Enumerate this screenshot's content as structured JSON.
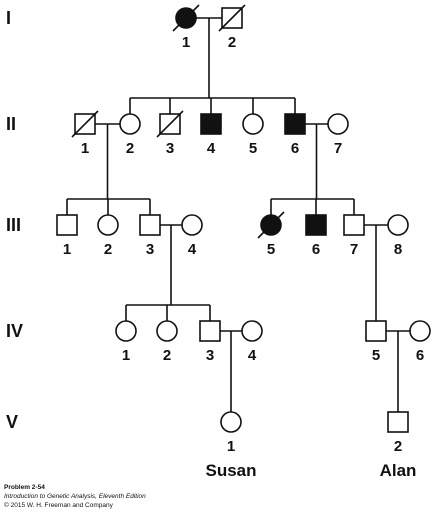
{
  "generations": [
    "I",
    "II",
    "III",
    "IV",
    "V"
  ],
  "individuals": [
    {
      "id": "I-1",
      "label": "1",
      "sex": "female",
      "affected": true,
      "deceased": true
    },
    {
      "id": "I-2",
      "label": "2",
      "sex": "male",
      "affected": false,
      "deceased": true
    },
    {
      "id": "II-1",
      "label": "1",
      "sex": "male",
      "affected": false,
      "deceased": true
    },
    {
      "id": "II-2",
      "label": "2",
      "sex": "female",
      "affected": false,
      "deceased": false
    },
    {
      "id": "II-3",
      "label": "3",
      "sex": "male",
      "affected": false,
      "deceased": true
    },
    {
      "id": "II-4",
      "label": "4",
      "sex": "male",
      "affected": true,
      "deceased": false
    },
    {
      "id": "II-5",
      "label": "5",
      "sex": "female",
      "affected": false,
      "deceased": false
    },
    {
      "id": "II-6",
      "label": "6",
      "sex": "male",
      "affected": true,
      "deceased": false
    },
    {
      "id": "II-7",
      "label": "7",
      "sex": "female",
      "affected": false,
      "deceased": false
    },
    {
      "id": "III-1",
      "label": "1",
      "sex": "male",
      "affected": false,
      "deceased": false
    },
    {
      "id": "III-2",
      "label": "2",
      "sex": "female",
      "affected": false,
      "deceased": false
    },
    {
      "id": "III-3",
      "label": "3",
      "sex": "male",
      "affected": false,
      "deceased": false
    },
    {
      "id": "III-4",
      "label": "4",
      "sex": "female",
      "affected": false,
      "deceased": false
    },
    {
      "id": "III-5",
      "label": "5",
      "sex": "female",
      "affected": true,
      "deceased": true
    },
    {
      "id": "III-6",
      "label": "6",
      "sex": "male",
      "affected": true,
      "deceased": false
    },
    {
      "id": "III-7",
      "label": "7",
      "sex": "male",
      "affected": false,
      "deceased": false
    },
    {
      "id": "III-8",
      "label": "8",
      "sex": "female",
      "affected": false,
      "deceased": false
    },
    {
      "id": "IV-1",
      "label": "1",
      "sex": "female",
      "affected": false,
      "deceased": false
    },
    {
      "id": "IV-2",
      "label": "2",
      "sex": "female",
      "affected": false,
      "deceased": false
    },
    {
      "id": "IV-3",
      "label": "3",
      "sex": "male",
      "affected": false,
      "deceased": false
    },
    {
      "id": "IV-4",
      "label": "4",
      "sex": "female",
      "affected": false,
      "deceased": false
    },
    {
      "id": "IV-5",
      "label": "5",
      "sex": "male",
      "affected": false,
      "deceased": false
    },
    {
      "id": "IV-6",
      "label": "6",
      "sex": "female",
      "affected": false,
      "deceased": false
    },
    {
      "id": "V-1",
      "label": "1",
      "sex": "female",
      "affected": false,
      "deceased": false,
      "name": "Susan"
    },
    {
      "id": "V-2",
      "label": "2",
      "sex": "male",
      "affected": false,
      "deceased": false,
      "name": "Alan"
    }
  ],
  "matings": [
    {
      "a": "I-1",
      "b": "I-2",
      "children": [
        "II-2",
        "II-3",
        "II-4",
        "II-5",
        "II-6"
      ]
    },
    {
      "a": "II-1",
      "b": "II-2",
      "children": [
        "III-1",
        "III-2",
        "III-3"
      ]
    },
    {
      "a": "II-6",
      "b": "II-7",
      "children": [
        "III-5",
        "III-6",
        "III-7"
      ]
    },
    {
      "a": "III-3",
      "b": "III-4",
      "children": [
        "IV-1",
        "IV-2",
        "IV-3"
      ]
    },
    {
      "a": "III-7",
      "b": "III-8",
      "children": [
        "IV-5"
      ]
    },
    {
      "a": "IV-3",
      "b": "IV-4",
      "children": [
        "V-1"
      ]
    },
    {
      "a": "IV-5",
      "b": "IV-6",
      "children": [
        "V-2"
      ]
    }
  ],
  "colors": {
    "affected": "#111111",
    "unaffected": "#ffffff",
    "line": "#111111"
  },
  "credit": {
    "line1": "Problem 2-54",
    "line2": "Introduction to Genetic Analysis, Eleventh Edition",
    "line3": "© 2015 W. H. Freeman and Company"
  }
}
